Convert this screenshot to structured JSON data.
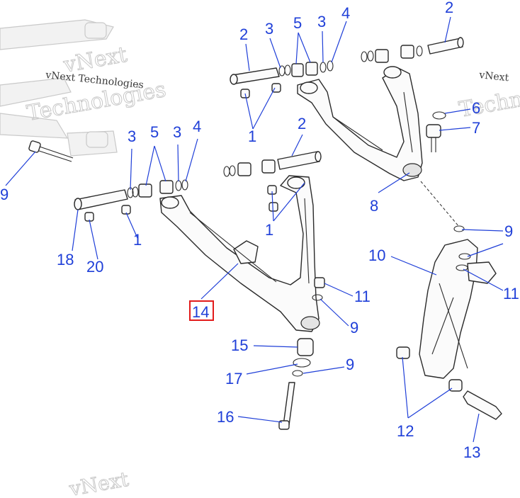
{
  "watermark": {
    "brand_line": "vNext Technologies",
    "brand_short": "vNext",
    "outline_top": "vNext",
    "outline_bottom": "Technologies",
    "outline_right": "Techn",
    "outline_footer": "vNext"
  },
  "highlight": {
    "label": "14",
    "color": "#e21b1b"
  },
  "callout_color": "#1f3fd8",
  "callouts": {
    "c2_top": "2",
    "c3_top_a": "3",
    "c5_top": "5",
    "c3_top_b": "3",
    "c4_top": "4",
    "c2_top_right": "2",
    "c6": "6",
    "c7": "7",
    "c1_top_a": "1",
    "c8": "8",
    "c9_left": "9",
    "c3_mid": "3",
    "c5_mid": "5",
    "c3_mid_b": "3",
    "c4_mid": "4",
    "c2_mid": "2",
    "c1_mid_left": "1",
    "c1_mid_right": "1",
    "c18": "18",
    "c20": "20",
    "c9_right": "9",
    "c10": "10",
    "c11_right": "11",
    "c11_mid": "11",
    "c9_mid": "9",
    "c15": "15",
    "c17": "17",
    "c9_low": "9",
    "c16": "16",
    "c12": "12",
    "c13": "13"
  }
}
